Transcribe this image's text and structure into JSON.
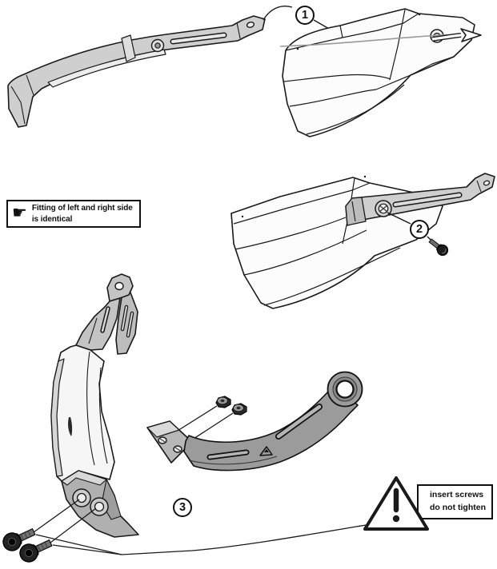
{
  "document": {
    "kind": "handguard assembly instruction diagram",
    "background_color": "#ffffff",
    "line_color": "#1a1a1a"
  },
  "steps": [
    {
      "number": "1",
      "depicts": "insert clamp bracket arm into handguard shell (arrow shows direction)"
    },
    {
      "number": "2",
      "depicts": "fix bracket to handguard shell with screw"
    },
    {
      "number": "3",
      "depicts": "attach mounting plate and clamp ring arm with nuts and screws"
    }
  ],
  "note_box": {
    "icon": "pointing-hand-icon",
    "icon_glyph": "☛",
    "lines": [
      "Fitting of left and right side",
      "is identical"
    ]
  },
  "warning_box": {
    "icon": "warning-triangle-icon",
    "exclamation_glyph": "!",
    "lines": [
      "insert screws",
      "do not tighten"
    ]
  },
  "parts": {
    "step1": [
      "clamp-bracket-arm",
      "handguard-shell",
      "insertion-arrow"
    ],
    "step2": [
      "handguard-shell-with-bracket",
      "adjuster-knob",
      "pan-head-screw"
    ],
    "step3": [
      "handguard-front-view",
      "mounting-plate",
      "clamp-arm-with-ring",
      "flange-nut",
      "flange-nut",
      "socket-head-screw",
      "socket-head-screw"
    ]
  }
}
